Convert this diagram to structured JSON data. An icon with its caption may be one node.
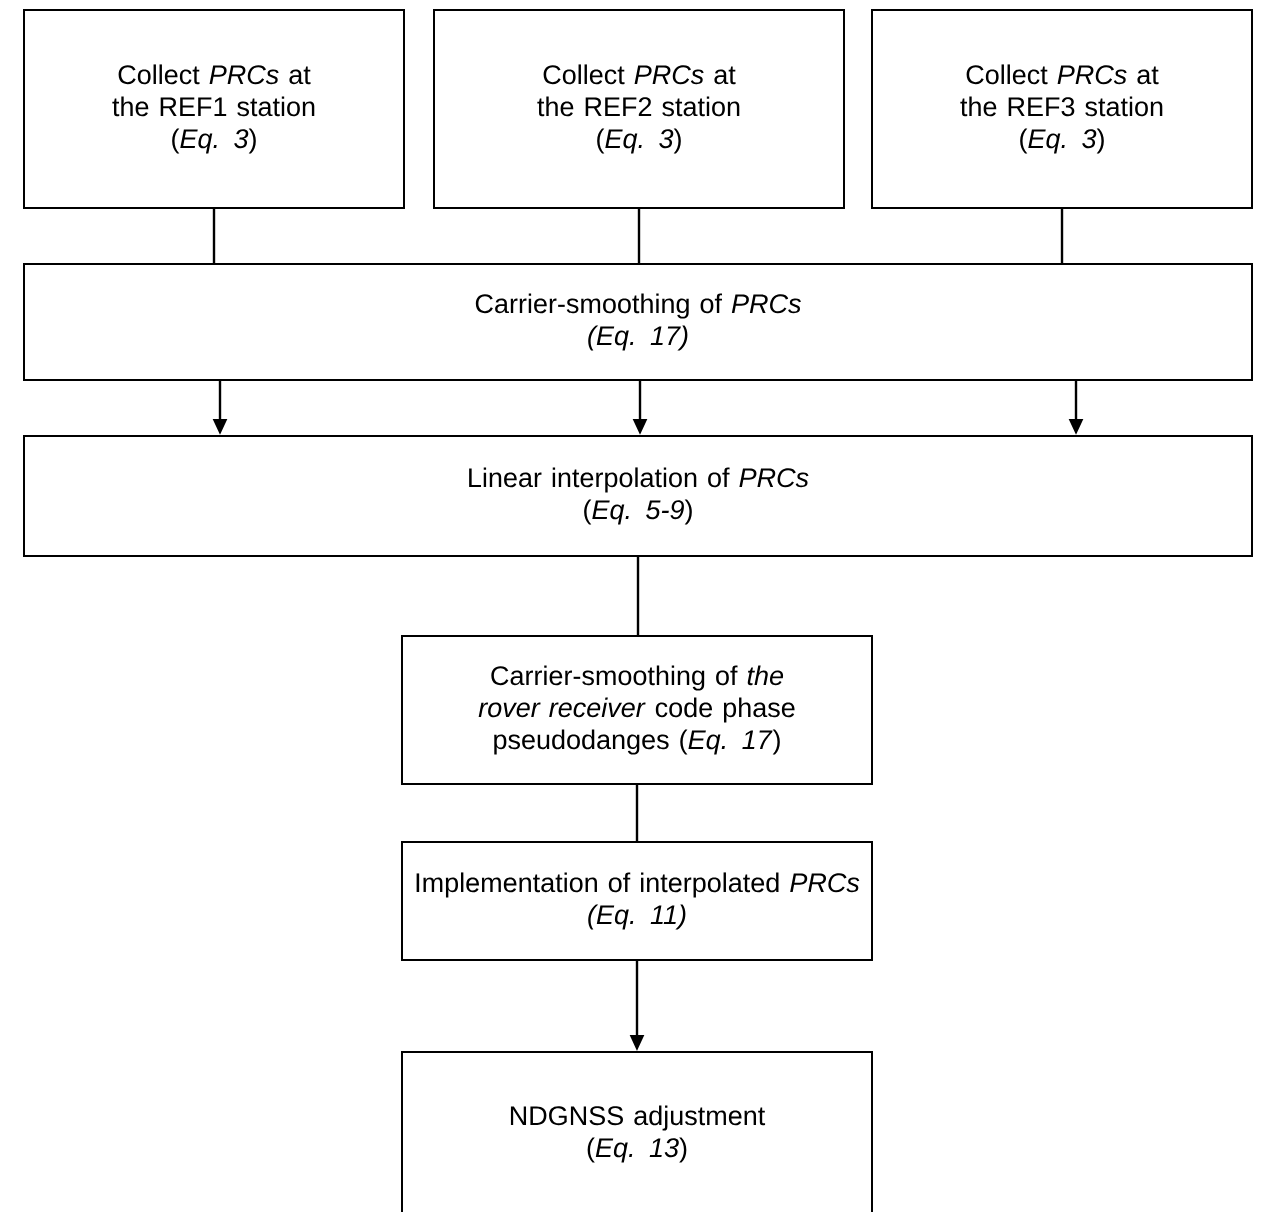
{
  "diagram": {
    "nodes": [
      {
        "text": [
          "Collect *PRCs* at the REF1 station",
          "(*Eq. 3*)"
        ]
      },
      {
        "text": [
          "Collect *PRCs* at the REF2 station",
          "(*Eq. 3*)"
        ]
      },
      {
        "text": [
          "Collect *PRCs* at the REF3 station",
          "(*Eq. 3*)"
        ]
      },
      {
        "text": [
          "Carrier-smoothing of *PRCs*",
          "(Eq. 17)"
        ]
      },
      {
        "text": [
          "Linear interpolation of *PRCs*",
          "(*Eq. 5-9*)"
        ]
      },
      {
        "text": [
          "Carrier-smoothing of *the rover receiver* code phase pseudodanges (*Eq. 17*)"
        ]
      },
      {
        "text": [
          "Implementation of interpolated *PRCs*",
          "(Eq. 11)"
        ]
      },
      {
        "text": [
          "NDGNSS adjustment",
          "(*Eq. 13*)"
        ]
      }
    ],
    "edges": [
      {
        "from": 0,
        "to": 3,
        "arrow": "none"
      },
      {
        "from": 1,
        "to": 3,
        "arrow": "none"
      },
      {
        "from": 2,
        "to": 3,
        "arrow": "none"
      },
      {
        "from": 3,
        "to": 4,
        "arrow": "to"
      },
      {
        "from": 3,
        "to": 4,
        "arrow": "to"
      },
      {
        "from": 3,
        "to": 4,
        "arrow": "to"
      },
      {
        "from": 4,
        "to": 5,
        "arrow": "none"
      },
      {
        "from": 5,
        "to": 6,
        "arrow": "none"
      },
      {
        "from": 6,
        "to": 7,
        "arrow": "to"
      }
    ]
  }
}
